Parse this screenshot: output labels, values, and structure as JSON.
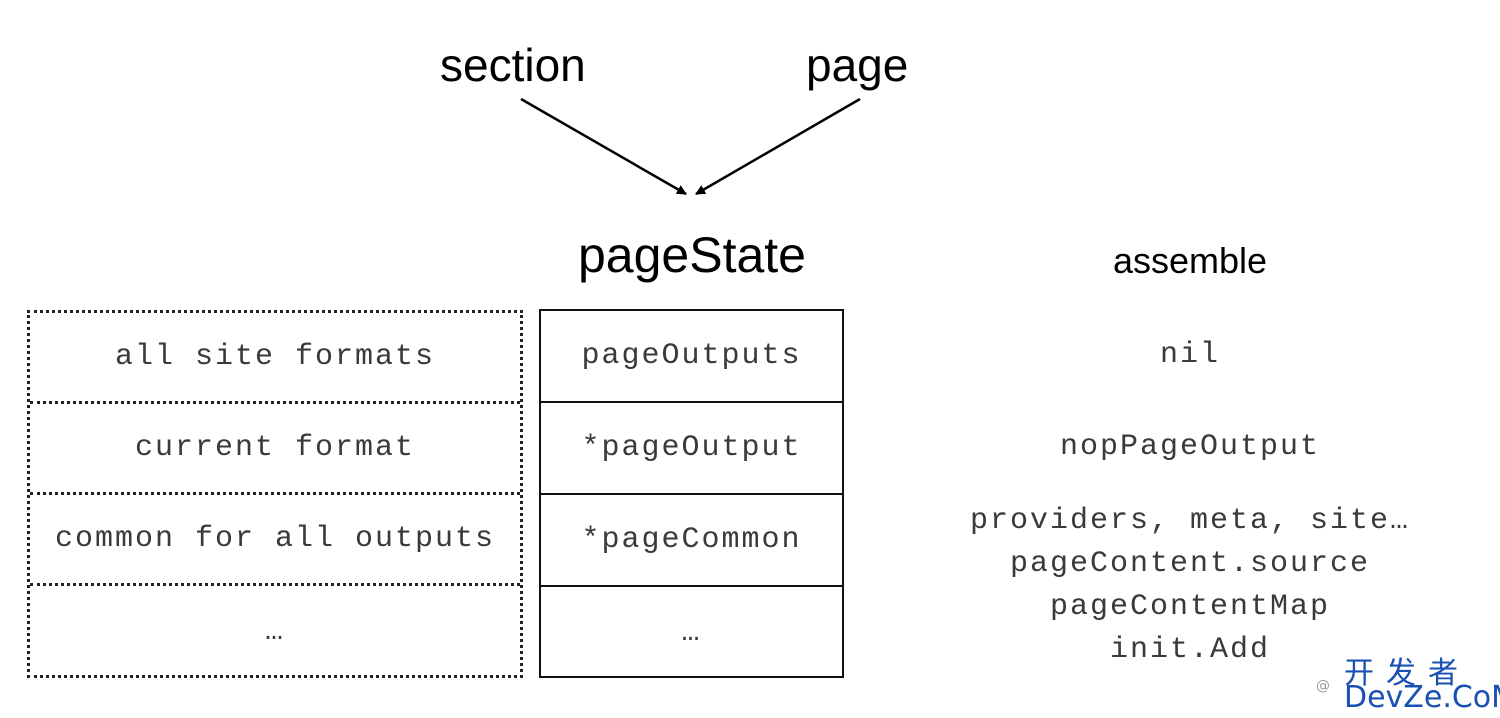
{
  "headings": {
    "section": "section",
    "page": "page",
    "page_state": "pageState",
    "assemble": "assemble"
  },
  "left_table": [
    "all site formats",
    "current format",
    "common for all outputs",
    "…"
  ],
  "page_state_table": [
    "pageOutputs",
    "*pageOutput",
    "*pageCommon",
    "…"
  ],
  "assemble_values": [
    [
      "nil"
    ],
    [
      "nopPageOutput"
    ],
    [
      "providers, meta, site…",
      "pageContent.source",
      "pageContentMap",
      "init.Add"
    ]
  ],
  "watermark": {
    "cn": "开发者",
    "en": "DevZe.CoM",
    "at": "@"
  }
}
